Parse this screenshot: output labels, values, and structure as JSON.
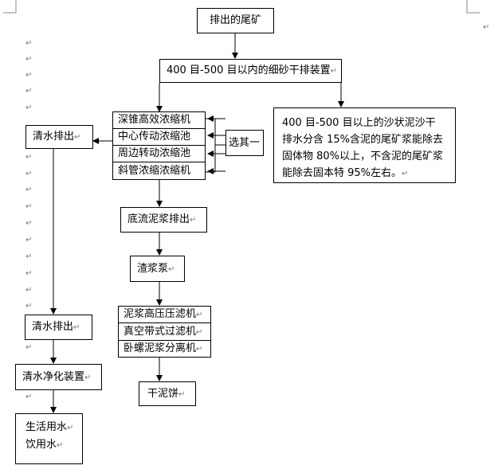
{
  "nodes": {
    "tailings": "排出的尾矿",
    "dry_sand": "400 目-500 目以内的细砂干排装置",
    "coarse": "400 目-500 目以上的沙状泥沙干排水分含 15%含泥的尾矿浆能除去固体物 80%以上，不含泥的尾矿浆能除去固本特 95%左右。",
    "thickeners": [
      "深锥高效浓缩机",
      "中心传动浓缩池",
      "周边转动浓缩池",
      "斜管浓缩浓缩机"
    ],
    "choose_one": "选其一",
    "clear_water_1": "清水排出",
    "underflow": "底流泥浆排出",
    "slurry_pump": "渣浆泵",
    "filters": [
      "泥浆高压压滤机",
      "真空带式过滤机",
      "卧螺泥浆分离机"
    ],
    "dry_cake": "干泥饼",
    "clear_water_2": "清水排出",
    "purify": "清水净化装置",
    "domestic": [
      "生活用水",
      "饮用水"
    ]
  },
  "marks": {
    "paragraph_mark": "↵"
  }
}
